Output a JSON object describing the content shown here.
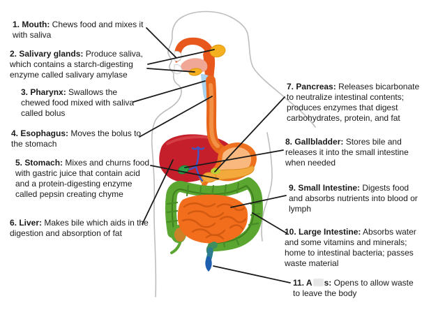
{
  "figure": {
    "name": "Human digestive system labeled diagram",
    "organs_depicted": [
      "mouth",
      "salivary glands",
      "pharynx",
      "esophagus",
      "stomach",
      "liver",
      "pancreas",
      "gallbladder",
      "small intestine",
      "large intestine",
      "rectum"
    ]
  },
  "labels": [
    {
      "label": "1. Mouth:",
      "desc": "Chews food and mixes it with saliva"
    },
    {
      "label": "2. Salivary glands:",
      "desc": "Produce saliva, which contains a starch-digesting enzyme called salivary amylase"
    },
    {
      "label": "3. Pharynx:",
      "desc": "Swallows the chewed food mixed with saliva called bolus"
    },
    {
      "label": "4. Esophagus:",
      "desc": "Moves the bolus to the stomach"
    },
    {
      "label": "5. Stomach:",
      "desc": "Mixes and churns food with gastric juice that contain acid and a protein-digesting enzyme called pepsin creating chyme"
    },
    {
      "label": "6. Liver:",
      "desc": "Makes bile which aids in the digestion and absorption of fat"
    },
    {
      "label": "7. Pancreas:",
      "desc": "Releases bicarbonate to neutralize intestinal contents; produces enzymes that digest carbohydrates, protein, and fat"
    },
    {
      "label": "8. Gallbladder:",
      "desc": "Stores bile and releases it into the small intestine when needed"
    },
    {
      "label": "9. Small Intestine:",
      "desc": "Digests food and absorbs nutrients into blood or lymph"
    },
    {
      "label": "10. Large Intestine:",
      "desc": "Absorbs water and some vitamins and minerals; home to intestinal bacteria; passes waste material"
    },
    {
      "label_pre": "11. A",
      "label_post": "s:",
      "censored": true,
      "desc": "Opens to allow waste to leave the body"
    }
  ],
  "colors": {
    "text": "#1a1a1a",
    "leader_line": "#1a1a1a",
    "body_outline": "#bdbdbd",
    "liver": "#c51f2b",
    "liver_hl": "#da4a50",
    "stomach_border": "#ee7120",
    "stomach_fill": "#f9b97e",
    "esophagus": "#e8661c",
    "esophagus_light": "#f29045",
    "pharynx": "#a9d3ee",
    "mouth_orange": "#e8581c",
    "gland_yellow": "#f4b01e",
    "tongue": "#f0a795",
    "gallbladder": "#2f9e48",
    "bile_duct": "#3d55c5",
    "pancreas": "#f3a93c",
    "pancreas_spot": "#bcd034",
    "colon": "#5aa631",
    "colon_dark": "#3f7f1f",
    "colon_notch": "#478c26",
    "cecum_orange": "#e07b28",
    "small_intestine": "#f26e1d",
    "small_intestine_line": "#d25a10",
    "sigmoid_teal": "#2b7d8f",
    "rectum_blue": "#1d5fae",
    "censor": "#e6e6e6"
  }
}
